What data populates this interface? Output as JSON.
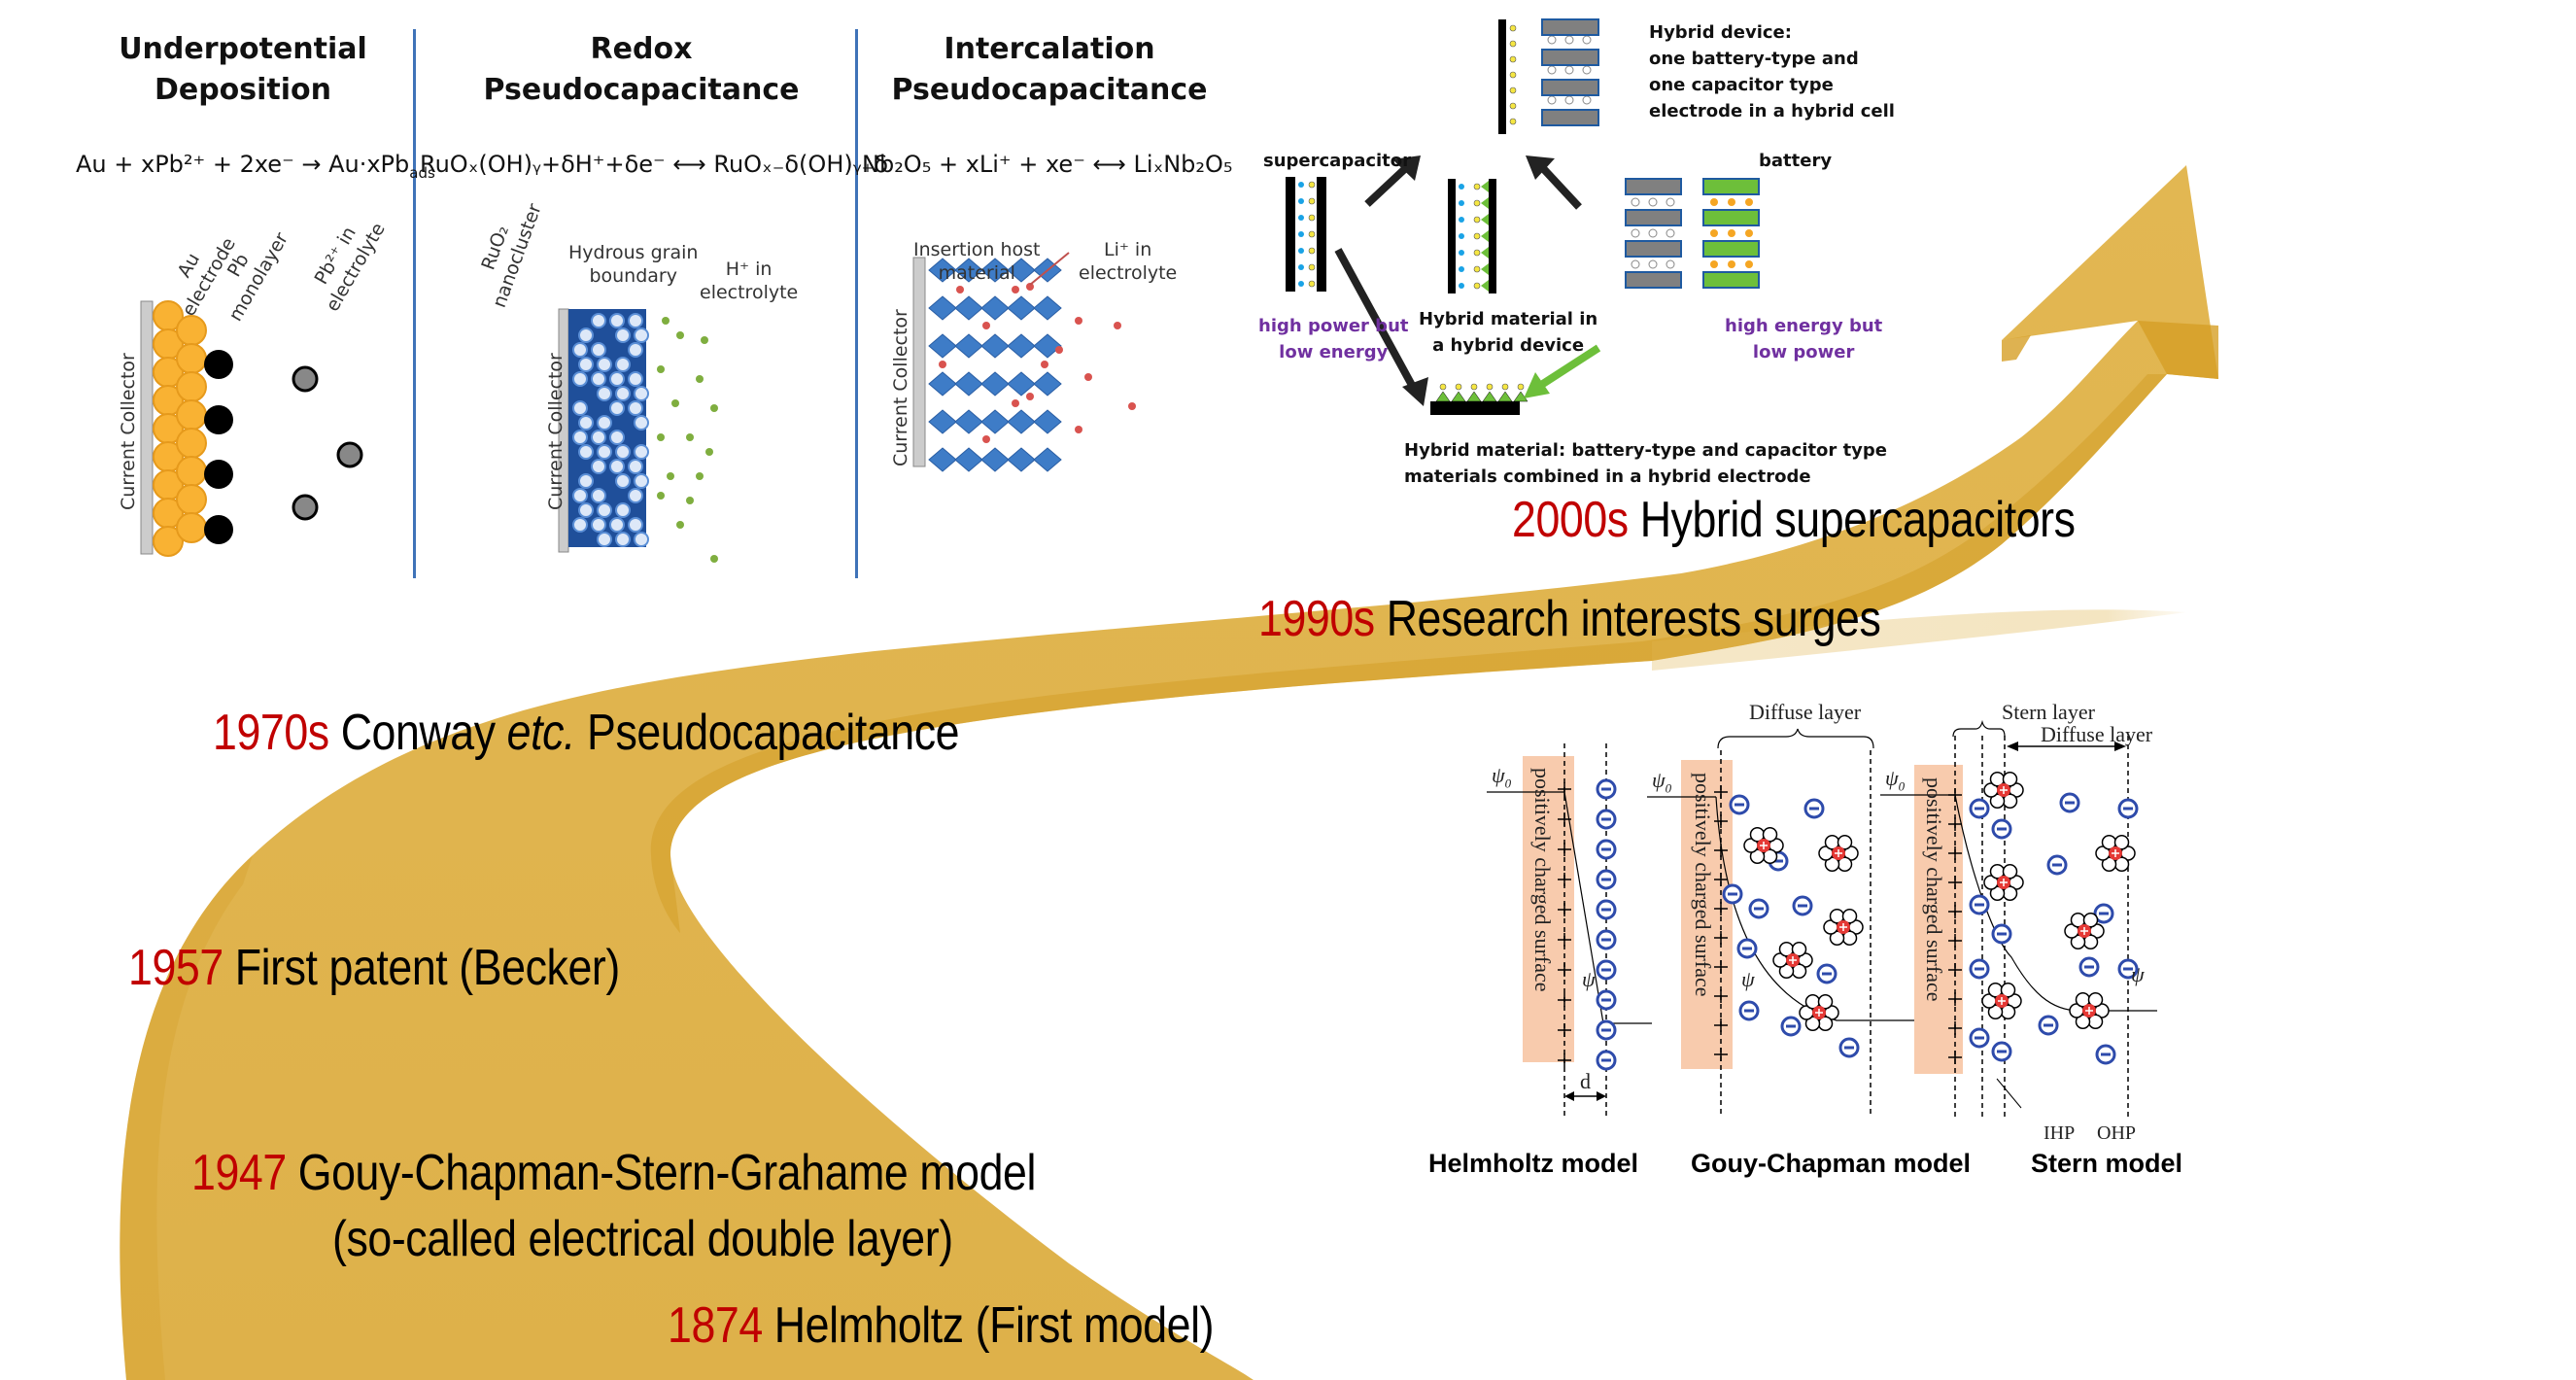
{
  "timeline": [
    {
      "year": "2000s",
      "text": " Hybrid supercapacitors"
    },
    {
      "year": "1990s",
      "text": " Research interests surges"
    },
    {
      "year": "1970s",
      "text_a": " Conway ",
      "text_italic": "etc.",
      "text_b": " Pseudocapacitance"
    },
    {
      "year": "1957",
      "text": " First patent (Becker)"
    },
    {
      "year": "1947",
      "text": " Gouy-Chapman-Stern-Grahame model",
      "text2": "(so-called electrical double layer)"
    },
    {
      "year": "1874",
      "text": "  Helmholtz (First model)"
    }
  ],
  "pseudocap": {
    "panels": [
      {
        "title": "Underpotential\nDeposition",
        "equation": "Au + xPb²⁺ + 2xe⁻ → Au·xPb",
        "equation_sub": "ads",
        "collector": "Current Collector",
        "labels": [
          "Au\nelectrode",
          "Pb\nmonolayer",
          "Pb²⁺ in\nelectrolyte"
        ]
      },
      {
        "title": "Redox\nPseudocapacitance",
        "equation": "RuOₓ(OH)ᵧ+δH⁺+δe⁻ ⟷ RuOₓ₋δ(OH)ᵧ₊δ",
        "collector": "Current Collector",
        "labels": [
          "RuO₂\nnanocluster",
          "Hydrous grain\nboundary",
          "H⁺ in\nelectrolyte"
        ]
      },
      {
        "title": "Intercalation\nPseudocapacitance",
        "equation": "Nb₂O₅ + xLi⁺ + xe⁻ ⟷ LiₓNb₂O₅",
        "collector": "Current Collector",
        "labels": [
          "Insertion host\nmaterial",
          "Li⁺ in\nelectrolyte"
        ]
      }
    ]
  },
  "hybrid": {
    "device_label": "Hybrid device:\none battery-type and\none capacitor type\nelectrode  in a hybrid cell",
    "supercapacitor": "supercapacitor",
    "battery": "battery",
    "supercap_note": "high power but\nlow energy",
    "battery_note": "high energy but\nlow power",
    "hybrid_material_device": "Hybrid material in\na hybrid device",
    "hybrid_material_electrode": "Hybrid material: battery-type and capacitor type\nmaterials combined  in a hybrid electrode",
    "colors": {
      "green": "#6dbf3a",
      "gray": "#7f7f7f",
      "blue_border": "#1f5aa0",
      "purple": "#7030a0"
    }
  },
  "edl": {
    "models": [
      "Helmholtz model",
      "Gouy-Chapman model",
      "Stern model"
    ],
    "surface_label": "positively charged surface",
    "psi0": "ψ",
    "psi0_sub": "0",
    "psi": "ψ",
    "d": "d",
    "diffuse_layer": "Diffuse layer",
    "stern_layer": "Stern layer",
    "ihp": "IHP",
    "ohp": "OHP"
  },
  "colors": {
    "arrow": "#e0b44e",
    "arrow_dark": "#d4a12f",
    "year": "#c00000",
    "surface": "#f8cbad",
    "ion_blue": "#2e4bab"
  }
}
